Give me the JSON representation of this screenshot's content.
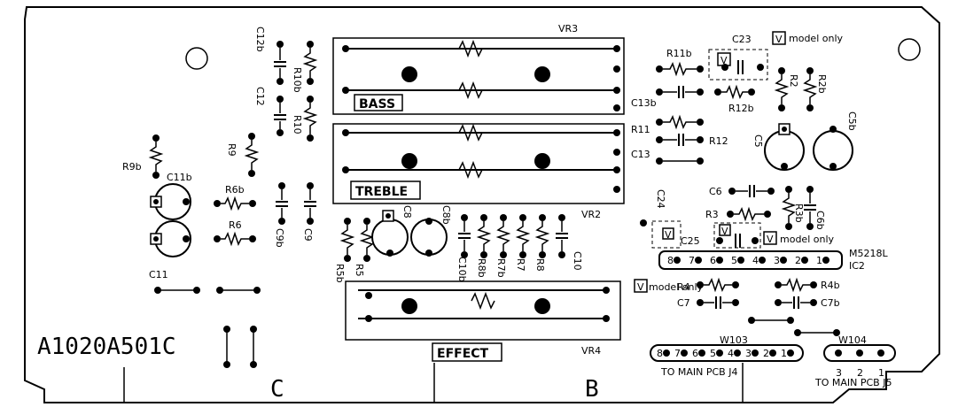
{
  "board_code": "A1020A501C",
  "zones": {
    "c": "C",
    "b": "B"
  },
  "pots": {
    "vr3": {
      "name": "VR3",
      "label": "BASS"
    },
    "vr2": {
      "name": "VR2",
      "label": "TREBLE"
    },
    "vr4": {
      "name": "VR4",
      "label": "EFFECT"
    }
  },
  "notes": {
    "model_only": "model only",
    "v_badge": "V"
  },
  "ic": {
    "part": "M5218L",
    "ref": "IC2",
    "pins": [
      "8",
      "7",
      "6",
      "5",
      "4",
      "3",
      "2",
      "1"
    ]
  },
  "connectors": {
    "w103": {
      "name": "W103",
      "label": "TO MAIN PCB J4",
      "pins": [
        "8",
        "7",
        "6",
        "5",
        "4",
        "3",
        "2",
        "1"
      ]
    },
    "w104": {
      "name": "W104",
      "label": "TO MAIN PCB J5",
      "pins": [
        "3",
        "2",
        "1"
      ]
    }
  },
  "components": {
    "c12b": "C12b",
    "r10b": "R10b",
    "c12": "C12",
    "r10": "R10",
    "r9": "R9",
    "r9b": "R9b",
    "c11b": "C11b",
    "r6b": "R6b",
    "r6": "R6",
    "c11": "C11",
    "c9b": "C9b",
    "c9": "C9",
    "r5b": "R5b",
    "r5": "R5",
    "c8": "C8",
    "c8b": "C8b",
    "c10b": "C10b",
    "r8b": "R8b",
    "r7b": "R7b",
    "r7": "R7",
    "r8": "R8",
    "c10": "C10",
    "c13b": "C13b",
    "r11": "R11",
    "c13": "C13",
    "r11b": "R11b",
    "c23": "C23",
    "r2": "R2",
    "r2b": "R2b",
    "r12b": "R12b",
    "r12": "R12",
    "c5": "C5",
    "c5b": "C5b",
    "c6": "C6",
    "r3": "R3",
    "r3b": "R3b",
    "c6b": "C6b",
    "c24": "C24",
    "c25": "C25",
    "r4": "R4",
    "r4b": "R4b",
    "c7": "C7",
    "c7b": "C7b"
  }
}
